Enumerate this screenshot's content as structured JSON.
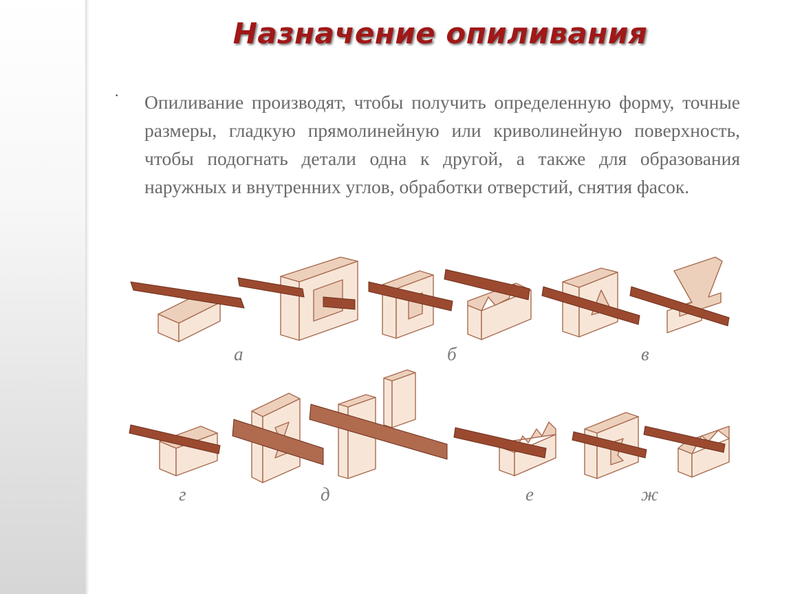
{
  "slide": {
    "title": "Назначение опиливания",
    "bullet": "·",
    "paragraph": "Опиливание производят, чтобы получить определенную форму, точные размеры, гладкую прямолинейную или криволинейную поверхность, чтобы подогнать детали одна к другой, а также для образования наружных и внутренних углов, обработки отверстий, снятия фасок."
  },
  "figure": {
    "labels": [
      "а",
      "б",
      "в",
      "г",
      "д",
      "е",
      "ж"
    ]
  },
  "colors": {
    "title": "#a01818",
    "text": "#6a6a6a",
    "file": "#9b4a30",
    "part_fill": "#f7e6d8",
    "part_stroke": "#a86a4e"
  }
}
